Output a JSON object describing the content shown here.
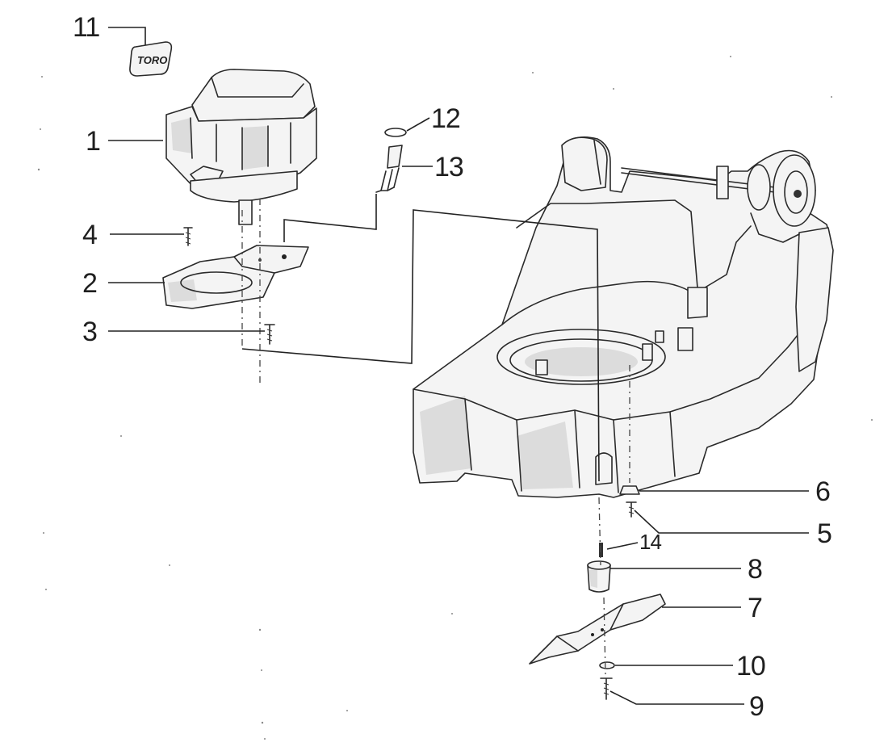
{
  "brand_label": "TORO",
  "callouts": [
    {
      "id": "11",
      "label": "11"
    },
    {
      "id": "1",
      "label": "1"
    },
    {
      "id": "4",
      "label": "4"
    },
    {
      "id": "2",
      "label": "2"
    },
    {
      "id": "3",
      "label": "3"
    },
    {
      "id": "12",
      "label": "12"
    },
    {
      "id": "13",
      "label": "13"
    },
    {
      "id": "6",
      "label": "6"
    },
    {
      "id": "5",
      "label": "5"
    },
    {
      "id": "14",
      "label": "14"
    },
    {
      "id": "8",
      "label": "8"
    },
    {
      "id": "7",
      "label": "7"
    },
    {
      "id": "10",
      "label": "10"
    },
    {
      "id": "9",
      "label": "9"
    }
  ]
}
